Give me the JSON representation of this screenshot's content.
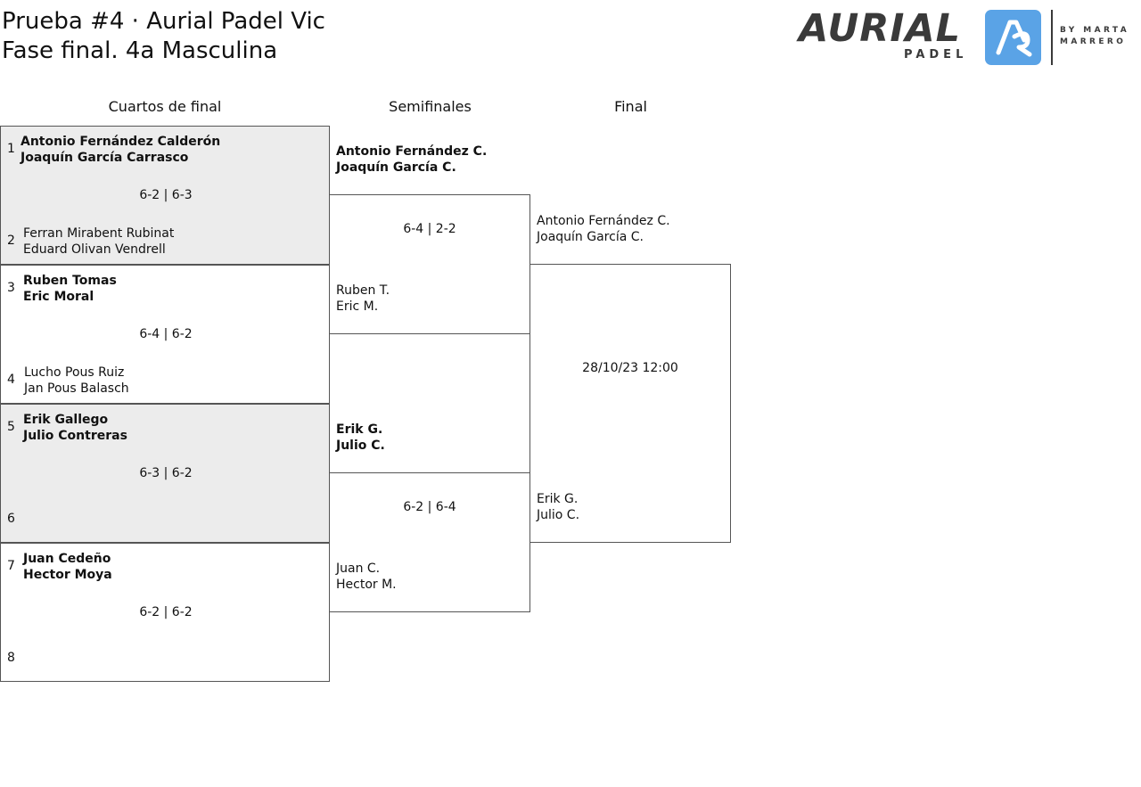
{
  "header": {
    "title_line1": "Prueba #4 · Aurial Padel Vic",
    "title_line2": "Fase final. 4a Masculina"
  },
  "logo": {
    "word": "AURIAL",
    "sub": "PADEL",
    "by_line1": "BY MARTA",
    "by_line2": "MARRERO"
  },
  "rounds": {
    "quarter": "Cuartos de final",
    "semi": "Semifinales",
    "final": "Final"
  },
  "quarterfinals": [
    {
      "seed_a": "1",
      "a1": "Antonio Fernández Calderón",
      "a2": "Joaquín García Carrasco",
      "score": "6-2 | 6-3",
      "seed_b": "2",
      "b1": "Ferran Mirabent Rubinat",
      "b2": "Eduard Olivan Vendrell"
    },
    {
      "seed_a": "3",
      "a1": "Ruben Tomas",
      "a2": "Eric Moral",
      "score": "6-4 | 6-2",
      "seed_b": "4",
      "b1": "Lucho Pous Ruiz",
      "b2": "Jan Pous Balasch"
    },
    {
      "seed_a": "5",
      "a1": "Erik Gallego",
      "a2": "Julio Contreras",
      "score": "6-3 | 6-2",
      "seed_b": "6",
      "b1": "",
      "b2": ""
    },
    {
      "seed_a": "7",
      "a1": "Juan Cedeño",
      "a2": "Hector Moya",
      "score": "6-2 | 6-2",
      "seed_b": "8",
      "b1": "",
      "b2": ""
    }
  ],
  "semifinals": [
    {
      "a1": "Antonio Fernández C.",
      "a2": "Joaquín García C.",
      "score": "6-4 | 2-2",
      "b1": "Ruben T.",
      "b2": "Eric M."
    },
    {
      "a1": "Erik G.",
      "a2": "Julio C.",
      "score": "6-2 | 6-4",
      "b1": "Juan C.",
      "b2": "Hector M."
    }
  ],
  "final": {
    "a1": "Antonio Fernández C.",
    "a2": "Joaquín García C.",
    "datetime": "28/10/23 12:00",
    "b1": "Erik G.",
    "b2": "Julio C."
  }
}
